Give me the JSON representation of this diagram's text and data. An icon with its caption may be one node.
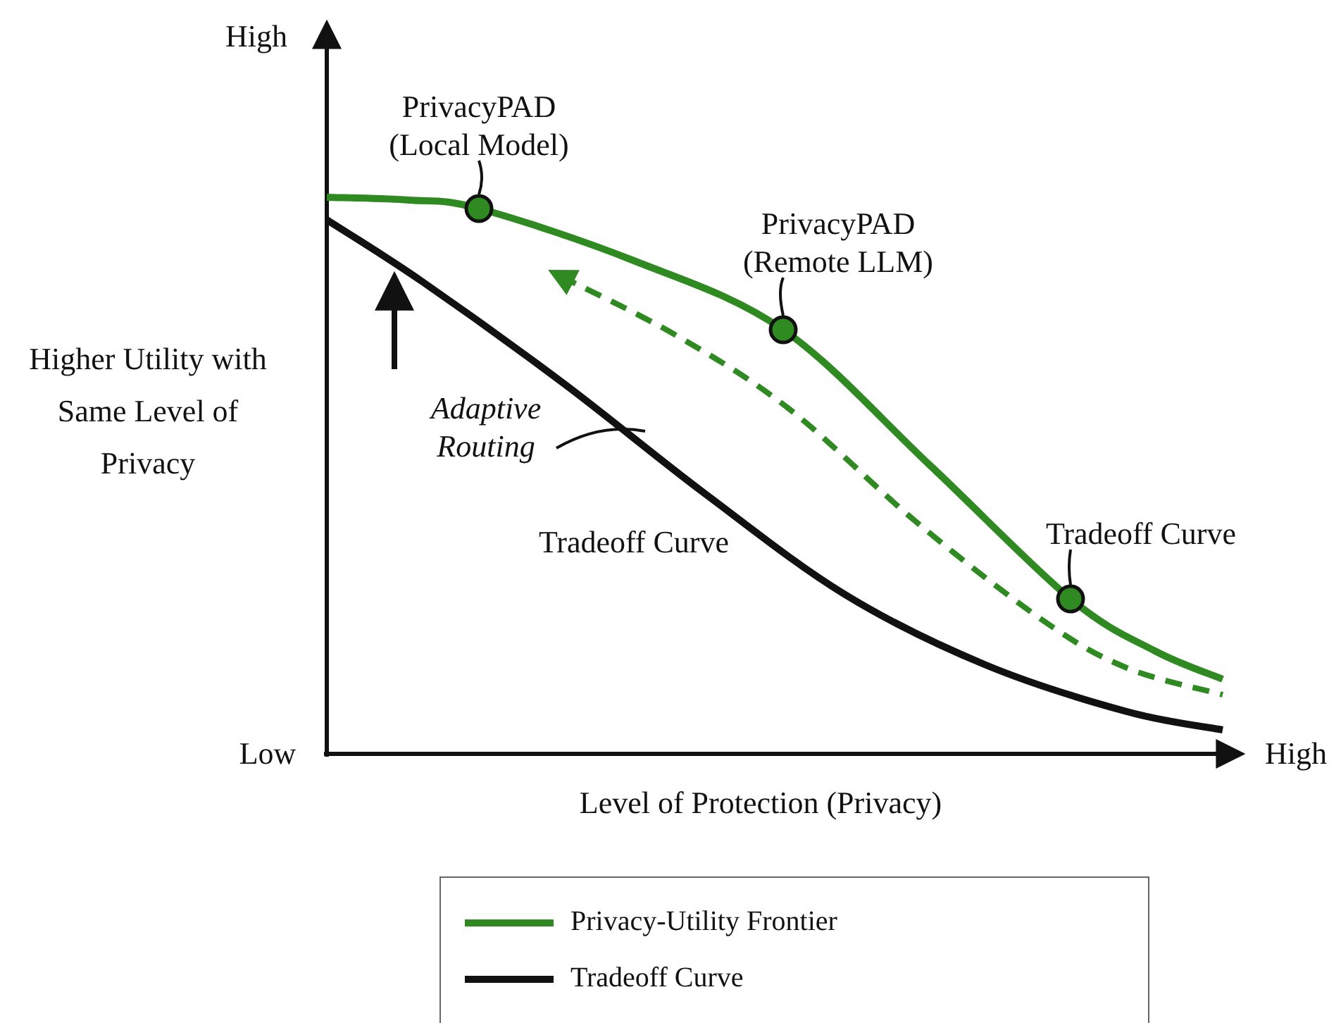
{
  "diagram": {
    "nodes": [
      {
        "text": [
          "PrivacyPAD (Local Model)"
        ]
      },
      {
        "text": [],
        "shape": "circle"
      },
      {
        "text": [
          "PrivacyPAD (Remote LLM)"
        ]
      },
      {
        "text": [],
        "shape": "circle"
      },
      {
        "text": [
          "Tradeoff Curve"
        ]
      },
      {
        "text": [],
        "shape": "circle"
      },
      {
        "text": [
          "Adaptive Routing"
        ]
      }
    ],
    "edges": [
      {
        "from": 0,
        "to": 1,
        "arrow": "none"
      },
      {
        "from": 2,
        "to": 3,
        "arrow": "none"
      },
      {
        "from": 4,
        "to": 5,
        "arrow": "none"
      },
      {
        "from": 6,
        "to": null,
        "arrow": "none"
      }
    ],
    "labels": [
      "High",
      "Higher Utility with Same Level of Privacy",
      "Tradeoff Curve",
      "Low",
      "High",
      "Level of Protection (Privacy)"
    ],
    "legend": [
      {
        "text": "Privacy-Utility Frontier"
      },
      {
        "text": "Tradeoff Curve"
      }
    ]
  }
}
